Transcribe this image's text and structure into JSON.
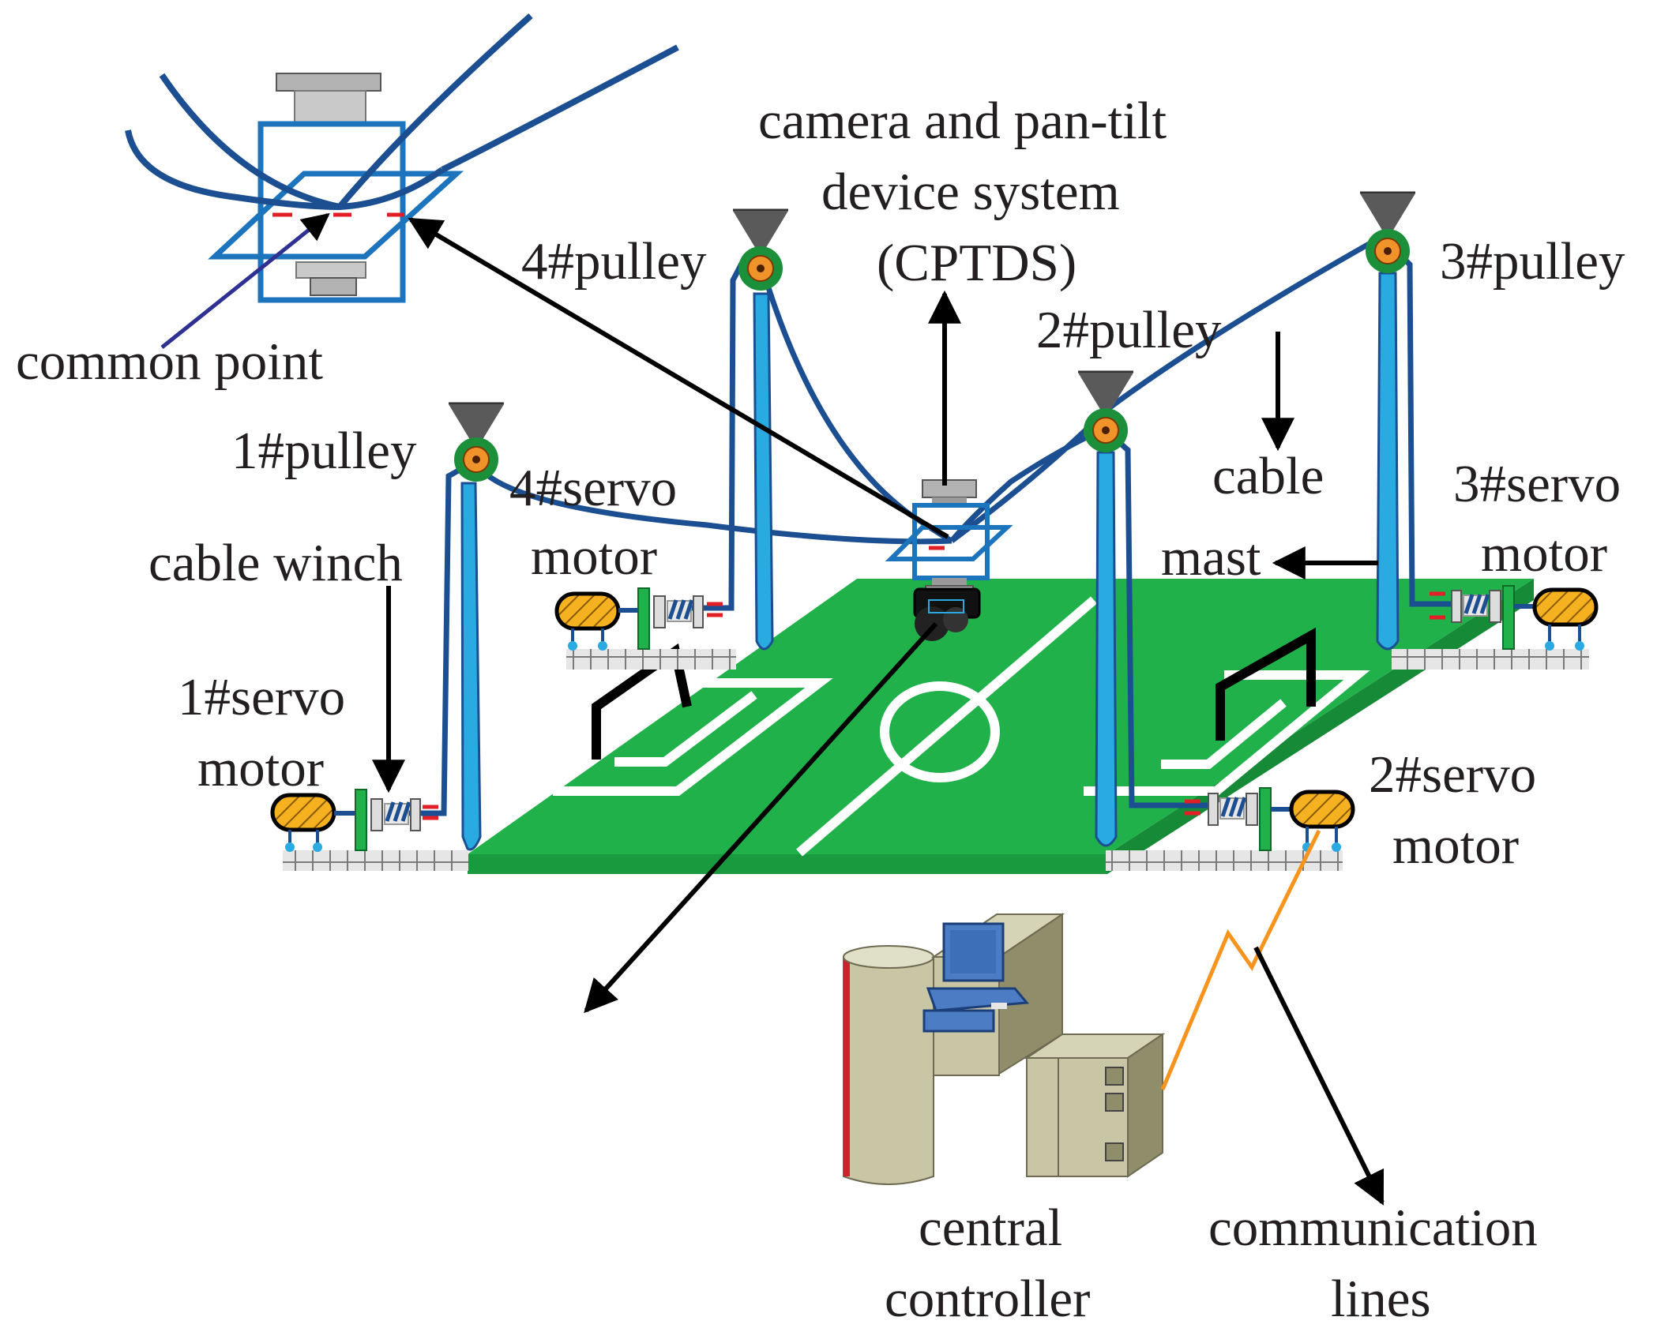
{
  "labels": {
    "camera_line1": "camera and pan-tilt",
    "camera_line2": "device system",
    "camera_line3": "(CPTDS)",
    "pulley1": "1#pulley",
    "pulley2": "2#pulley",
    "pulley3": "3#pulley",
    "pulley4": "4#pulley",
    "servo1_line1": "1#servo",
    "servo1_line2": "motor",
    "servo2_line1": "2#servo",
    "servo2_line2": "motor",
    "servo3_line1": "3#servo",
    "servo3_line2": "motor",
    "servo4_line1": "4#servo",
    "servo4_line2": "motor",
    "common_point": "common point",
    "cable_winch": "cable winch",
    "cable": "cable",
    "mast": "mast",
    "central_line1": "central",
    "central_line2": "controller",
    "comm_line1": "communication",
    "comm_line2": "lines"
  },
  "colors": {
    "field": "#21b14b",
    "cable": "#1b4f91",
    "mast": "#29aae1",
    "pulley_ring": "#1b8f3a",
    "pulley_core": "#f0932a",
    "anchor": "#5a5a5a",
    "motor": "#f5b120",
    "arrow": "#000000",
    "comm_line": "#f7941d",
    "cabinet": "#c8c6a4"
  }
}
